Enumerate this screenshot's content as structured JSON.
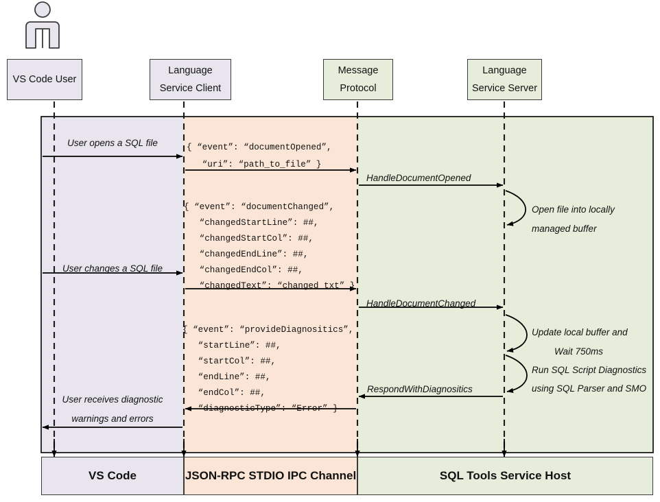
{
  "diagram": {
    "title": "VS Code SQL Tools language service sequence diagram",
    "colors": {
      "lavender": "#e8e5ef",
      "peach": "#fbe5d6",
      "green": "#e6edda",
      "stroke": "#3b3b3b",
      "line": "#000000"
    }
  },
  "actor": {
    "name": "stick-figure-user"
  },
  "participants": [
    {
      "id": "vscode-user",
      "line1": "VS Code User",
      "line2": "",
      "fill": "#e8e5ef"
    },
    {
      "id": "language-service-client",
      "line1": "Language",
      "line2": "Service Client",
      "fill": "#e8e5ef"
    },
    {
      "id": "message-protocol",
      "line1": "Message",
      "line2": "Protocol",
      "fill": "#e6edda"
    },
    {
      "id": "language-service-server",
      "line1": "Language",
      "line2": "Service Server",
      "fill": "#e6edda"
    }
  ],
  "bands": [
    {
      "id": "vs-code-band",
      "label": "VS Code",
      "fill": "#e8e5ef"
    },
    {
      "id": "jsonrpc-band",
      "label": "JSON-RPC STDIO IPC Channel",
      "fill": "#fbe5d6"
    },
    {
      "id": "sql-tools-band",
      "label": "SQL Tools Service Host",
      "fill": "#e6edda"
    }
  ],
  "messages": [
    {
      "id": "user-opens-sql-file",
      "label": "User opens a SQL file",
      "from": "vscode-user",
      "to": "language-service-client"
    },
    {
      "id": "handle-document-opened",
      "label": "HandleDocumentOpened",
      "from": "message-protocol",
      "to": "language-service-server"
    },
    {
      "id": "user-changes-sql-file",
      "label": "User changes a SQL file",
      "from": "vscode-user",
      "to": "language-service-client"
    },
    {
      "id": "handle-document-changed",
      "label": "HandleDocumentChanged",
      "from": "message-protocol",
      "to": "language-service-server"
    },
    {
      "id": "respond-with-diagnositics",
      "label": "RespondWithDiagnositics",
      "from": "language-service-server",
      "to": "message-protocol"
    },
    {
      "id": "user-receives-diagnostics",
      "label_line1": "User receives diagnostic",
      "label_line2": "warnings and errors",
      "from": "language-service-client",
      "to": "vscode-user"
    }
  ],
  "json_payloads": [
    {
      "id": "document-opened-payload",
      "lines": [
        "{ “event”: “documentOpened”,",
        "   “uri”: “path_to_file” }"
      ]
    },
    {
      "id": "document-changed-payload",
      "lines": [
        "{ “event”: “documentChanged”,",
        "   “changedStartLine”: ##,",
        "   “changedStartCol”: ##,",
        "   “changedEndLine”: ##,",
        "   “changedEndCol”: ##,",
        "   “changedText”: “changed txt” }"
      ]
    },
    {
      "id": "provide-diagnositics-payload",
      "lines": [
        "{ “event”: “provideDiagnositics”,",
        "   “startLine”: ##,",
        "   “startCol”: ##,",
        "   “endLine”: ##,",
        "   “endCol”: ##,",
        "   “diagnosticType”: “Error” }"
      ]
    }
  ],
  "self_notes": [
    {
      "id": "open-file-note",
      "line1": "Open file into locally",
      "line2": "managed buffer"
    },
    {
      "id": "update-buffer-note",
      "line1": "Update local buffer and",
      "line2": "Wait 750ms"
    },
    {
      "id": "run-diagnostics-note",
      "line1": "Run SQL Script Diagnostics",
      "line2": "using SQL Parser and SMO"
    }
  ]
}
